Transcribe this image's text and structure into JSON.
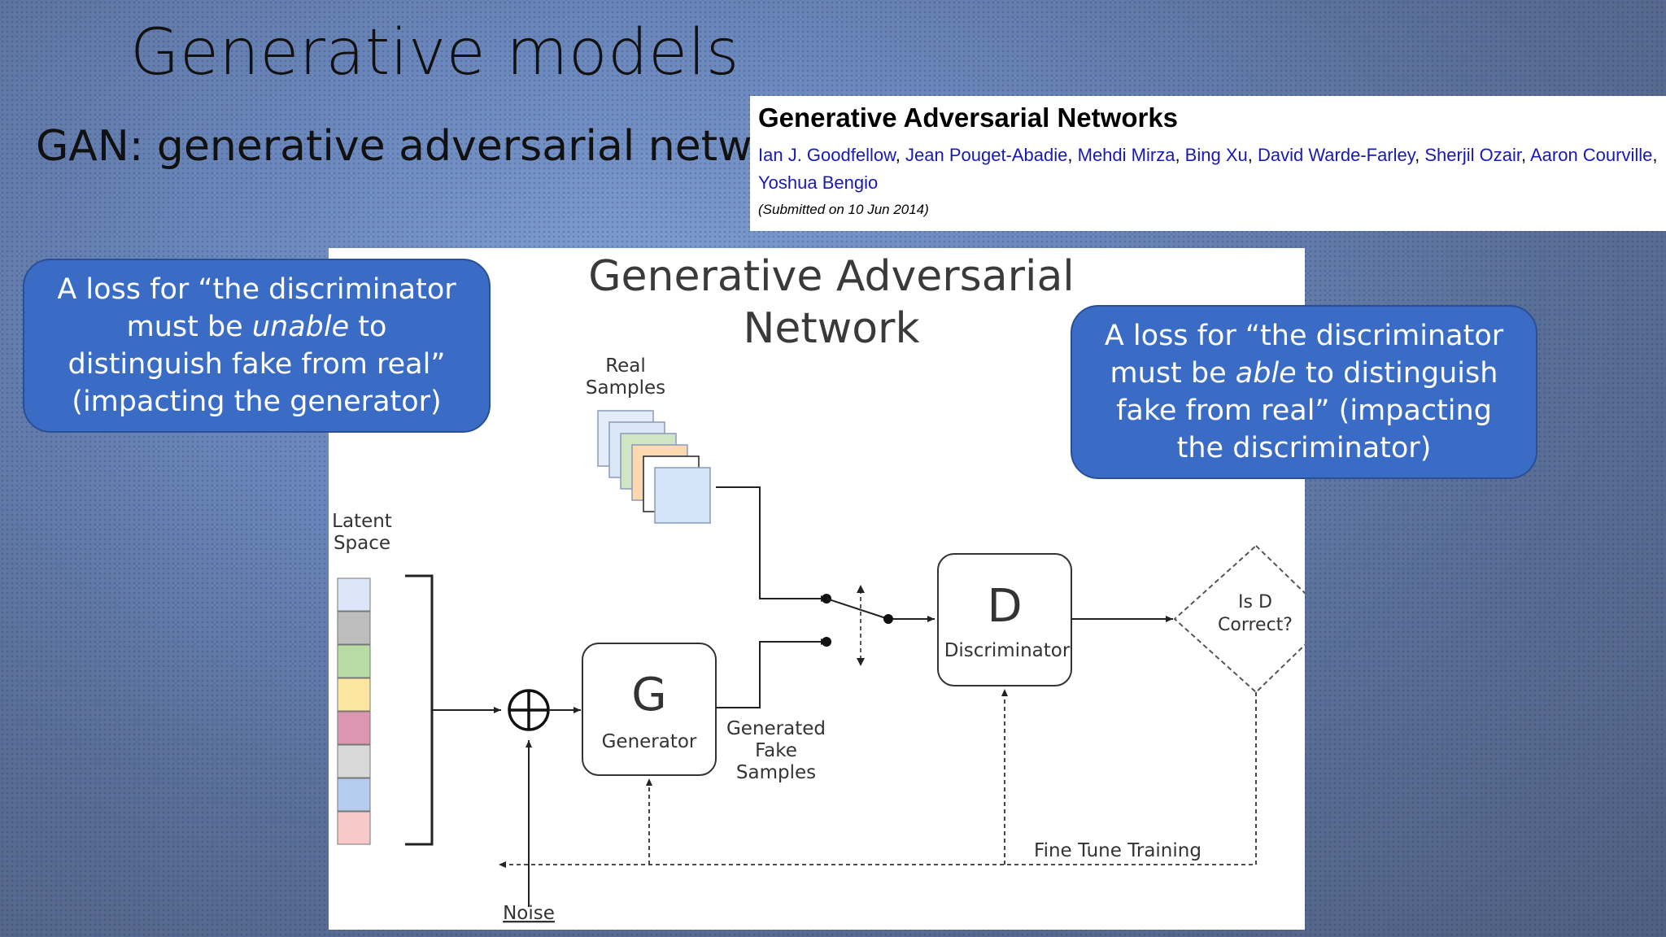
{
  "slide": {
    "title": "Generative models",
    "subtitle": "GAN: generative adversarial network"
  },
  "paper": {
    "title": "Generative Adversarial Networks",
    "authors": [
      "Ian J. Goodfellow",
      "Jean Pouget-Abadie",
      "Mehdi Mirza",
      "Bing Xu",
      "David Warde-Farley",
      "Sherjil Ozair",
      "Aaron Courville",
      "Yoshua Bengio"
    ],
    "separator": ", ",
    "submitted": "(Submitted on 10 Jun 2014)"
  },
  "callouts": {
    "left": {
      "before": "A loss for “the discriminator must be ",
      "emphasis": "unable",
      "after": " to distinguish fake from real” (impacting the generator)"
    },
    "right": {
      "before": "A loss for “the discriminator must be ",
      "emphasis": "able",
      "after": " to distinguish fake from real” (impacting the discriminator)"
    }
  },
  "diagram": {
    "title_line1": "Generative Adversarial",
    "title_line2": "Network",
    "real_samples_1": "Real",
    "real_samples_2": "Samples",
    "latent_1": "Latent",
    "latent_2": "Space",
    "generator_letter": "G",
    "generator_label": "Generator",
    "discriminator_letter": "D",
    "discriminator_label": "Discriminator",
    "fake_1": "Generated",
    "fake_2": "Fake",
    "fake_3": "Samples",
    "decision_1": "Is D",
    "decision_2": "Correct?",
    "fine_tune": "Fine Tune Training",
    "noise": "Noise",
    "colors": {
      "latent": [
        "#dbe6f8",
        "#bdbdbd",
        "#b9dca6",
        "#fde7a0",
        "#dd96b0",
        "#d8d8d8",
        "#b6ccee",
        "#f7c9c9"
      ],
      "real_samples": [
        "#e3ecf8",
        "#dbe6f8",
        "#cfe5c4",
        "#fcd9b0",
        "#ffffff",
        "#d6e4fa"
      ]
    }
  }
}
